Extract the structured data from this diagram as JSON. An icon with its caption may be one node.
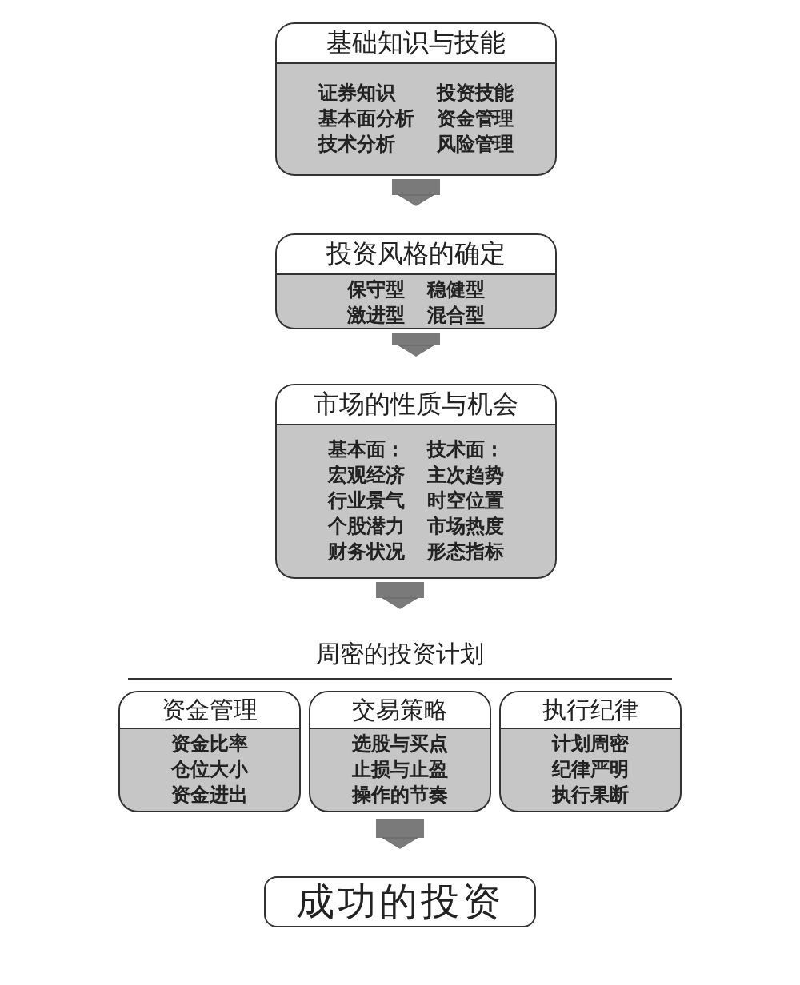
{
  "diagram": {
    "nodes": [
      {
        "text": [
          "基础知识与技能",
          "证券知识",
          "投资技能",
          "基本面分析",
          "资金管理",
          "技术分析",
          "风险管理"
        ]
      },
      {
        "text": [
          "投资风格的确定",
          "保守型",
          "稳健型",
          "激进型",
          "混合型"
        ]
      },
      {
        "text": [
          "市场的性质与机会",
          "基本面：",
          "技术面：",
          "宏观经济",
          "主次趋势",
          "行业景气",
          "时空位置",
          "个股潜力",
          "市场热度",
          "财务状况",
          "形态指标"
        ]
      },
      {
        "text": [
          "周密的投资计划"
        ]
      },
      {
        "text": [
          "资金管理",
          "资金比率",
          "仓位大小",
          "资金进出"
        ],
        "in": 3
      },
      {
        "text": [
          "交易策略",
          "选股与买点",
          "止损与止盈",
          "操作的节奏"
        ],
        "in": 3
      },
      {
        "text": [
          "执行纪律",
          "计划周密",
          "纪律严明",
          "执行果断"
        ],
        "in": 3
      },
      {
        "text": [
          "成功的投资"
        ]
      }
    ],
    "edges": [
      {
        "from": 0,
        "to": 1,
        "arrow": "to"
      },
      {
        "from": 1,
        "to": 2,
        "arrow": "to"
      },
      {
        "from": 2,
        "to": 3,
        "arrow": "to"
      },
      {
        "from": 3,
        "to": 7,
        "arrow": "to"
      }
    ]
  }
}
